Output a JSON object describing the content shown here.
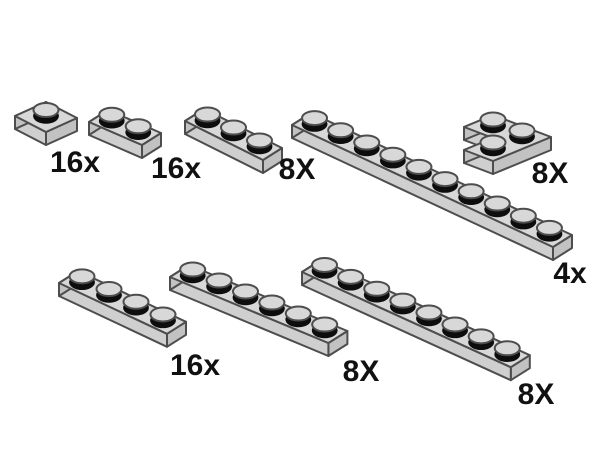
{
  "image": {
    "background": "#ffffff"
  },
  "colors": {
    "plate_top": "#d8d8d8",
    "plate_front": "#cfcfcf",
    "plate_side": "#c2c2c2",
    "outline": "#4d4d4d",
    "stud_band": "#0d0d0d",
    "label_text": "#111111"
  },
  "pieces": [
    {
      "name": "plate-1x1",
      "studs": 1,
      "quantity": "16x"
    },
    {
      "name": "plate-1x2",
      "studs": 2,
      "quantity": "16x"
    },
    {
      "name": "plate-1x3",
      "studs": 3,
      "quantity": "8X"
    },
    {
      "name": "plate-1x10",
      "studs": 10,
      "quantity": "4x"
    },
    {
      "name": "plate-2x2-corner",
      "studs": 3,
      "quantity": "8X"
    },
    {
      "name": "plate-1x4",
      "studs": 4,
      "quantity": "16x"
    },
    {
      "name": "plate-1x6",
      "studs": 6,
      "quantity": "8X"
    },
    {
      "name": "plate-1x8",
      "studs": 8,
      "quantity": "8X"
    }
  ]
}
